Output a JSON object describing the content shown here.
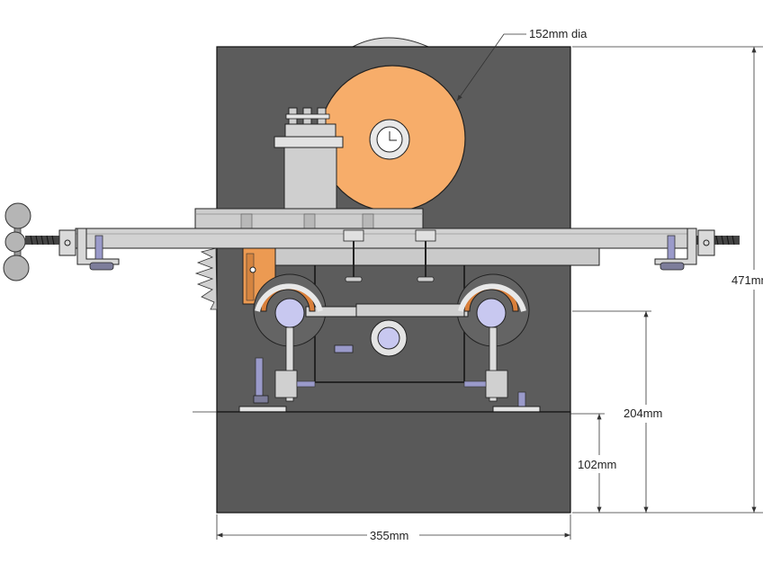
{
  "dimensions": {
    "wheel_diameter": "152mm dia",
    "overall_height": "471mm",
    "upper_height": "204mm",
    "base_height": "102mm",
    "base_width": "355mm"
  },
  "colors": {
    "background": "#ffffff",
    "housing": "#5c5c5c",
    "base": "#595959",
    "wheel": "#f7ad6a",
    "wheel_hub": "#e8e8e8",
    "steel": "#c9c9c9",
    "steel_light": "#dedede",
    "bearing": "#c8c8f0",
    "bearing_ring": "#d97f3a",
    "bracket_orange": "#ec9a52",
    "knob": "#b5b5b5",
    "dimension_line": "#333333"
  }
}
